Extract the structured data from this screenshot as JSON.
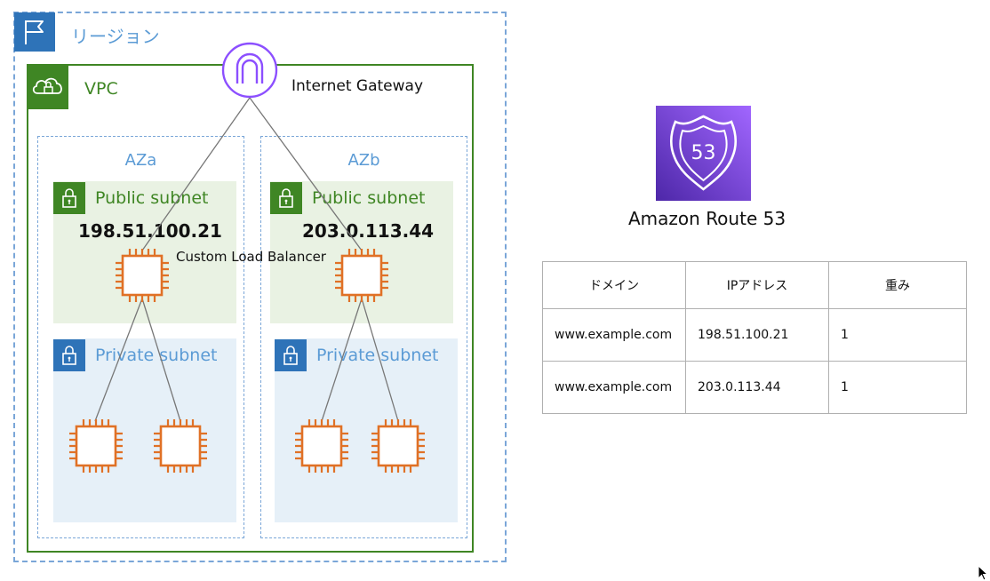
{
  "region": {
    "label": "リージョン",
    "icon": "flag-icon"
  },
  "vpc": {
    "label": "VPC",
    "icon": "cloud-lock-icon"
  },
  "internet_gateway": {
    "label": "Internet Gateway",
    "icon": "internet-gateway-icon"
  },
  "load_balancer": {
    "label": "Custom Load Balancer"
  },
  "azs": [
    {
      "label": "AZa",
      "public_subnet_label": "Public subnet",
      "private_subnet_label": "Private subnet",
      "ip": "198.51.100.21"
    },
    {
      "label": "AZb",
      "public_subnet_label": "Public subnet",
      "private_subnet_label": "Private subnet",
      "ip": "203.0.113.44"
    }
  ],
  "route53": {
    "label": "Amazon Route 53",
    "badge_number": "53",
    "icon": "route53-shield-icon"
  },
  "dns_table": {
    "headers": [
      "ドメイン",
      "IPアドレス",
      "重み"
    ],
    "rows": [
      [
        "www.example.com",
        "198.51.100.21",
        "1"
      ],
      [
        "www.example.com",
        "203.0.113.44",
        "1"
      ]
    ]
  },
  "colors": {
    "region_border": "#7aa6d8",
    "region_icon": "#2e73b8",
    "vpc_green": "#3f8624",
    "public_subnet_bg": "#e9f2e3",
    "private_subnet_bg": "#e6f0f8",
    "ec2_orange": "#e07126",
    "igw_purple": "#8c4fff",
    "route53_purple": "#6b35c9"
  }
}
